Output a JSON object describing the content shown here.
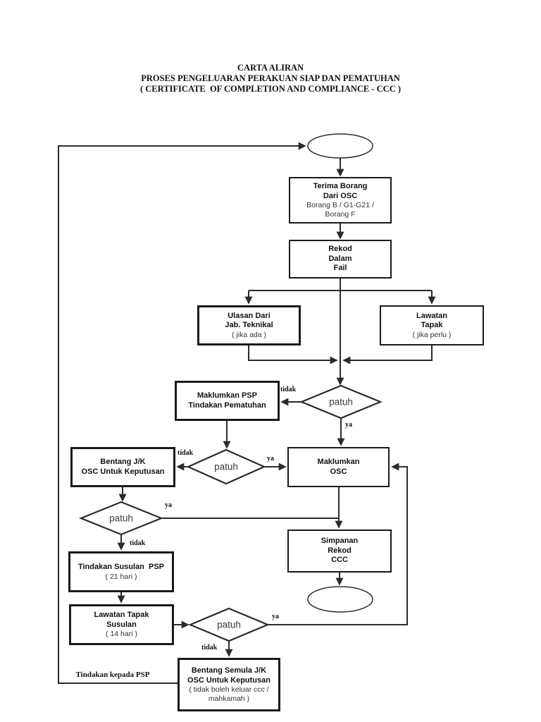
{
  "title": {
    "lines": [
      "CARTA ALIRAN",
      "PROSES PENGELUARAN PERAKUAN SIAP DAN PEMATUHAN",
      "( CERTIFICATE  OF COMPLETION AND COMPLIANCE - CCC )"
    ]
  },
  "nodes": {
    "start": {
      "type": "terminator"
    },
    "terima_borang": {
      "bold": [
        "Terima Borang",
        "Dari OSC"
      ],
      "normal": [
        "Borang B / G1-G21 /",
        "Borang F"
      ]
    },
    "rekod_dalam_fail": {
      "bold": [
        "Rekod",
        "Dalam",
        "Fail"
      ]
    },
    "ulasan_jab_teknikal": {
      "bold": [
        "Ulasan Dari",
        "Jab. Teknikal"
      ],
      "normal": [
        "( jika ada )"
      ]
    },
    "lawatan_tapak": {
      "bold": [
        "Lawatan",
        "Tapak"
      ],
      "normal": [
        "( jika perlu )"
      ]
    },
    "maklumkan_psp": {
      "bold": [
        "Maklumkan PSP",
        "Tindakan Pematuhan"
      ]
    },
    "decision_patuh_1": {
      "label": "patuh"
    },
    "bentang_jk_osc": {
      "bold": [
        "Bentang J/K",
        "OSC Untuk Keputusan"
      ]
    },
    "decision_patuh_2": {
      "label": "patuh"
    },
    "maklumkan_osc": {
      "bold": [
        "Maklumkan",
        "OSC"
      ]
    },
    "decision_patuh_3": {
      "label": "patuh"
    },
    "tindakan_susulan_psp": {
      "bold": [
        "Tindakan Susulan  PSP"
      ],
      "normal": [
        "( 21 hari )"
      ]
    },
    "simpanan_rekod_ccc": {
      "bold": [
        "Simpanan",
        "Rekod",
        "CCC"
      ]
    },
    "lawatan_tapak_susulan": {
      "bold": [
        "Lawatan Tapak",
        "Susulan"
      ],
      "normal": [
        "( 14 hari )"
      ]
    },
    "decision_patuh_4": {
      "label": "patuh"
    },
    "bentang_semula_jk_osc": {
      "bold": [
        "Bentang Semula J/K",
        "OSC Untuk Keputusan"
      ],
      "normal": [
        "( tidak boleh keluar ccc /",
        "mahkamah )"
      ]
    },
    "end": {
      "type": "terminator"
    }
  },
  "edges": [
    {
      "from": "start",
      "to": "terima_borang",
      "label": ""
    },
    {
      "from": "terima_borang",
      "to": "rekod_dalam_fail",
      "label": ""
    },
    {
      "from": "rekod_dalam_fail",
      "to": "ulasan_jab_teknikal",
      "label": ""
    },
    {
      "from": "rekod_dalam_fail",
      "to": "lawatan_tapak",
      "label": ""
    },
    {
      "from": "ulasan_jab_teknikal",
      "to": "decision_patuh_1",
      "label": ""
    },
    {
      "from": "lawatan_tapak",
      "to": "decision_patuh_1",
      "label": ""
    },
    {
      "from": "decision_patuh_1",
      "to": "maklumkan_psp",
      "label": "tidak"
    },
    {
      "from": "decision_patuh_1",
      "to": "maklumkan_osc",
      "label": "ya"
    },
    {
      "from": "maklumkan_psp",
      "to": "decision_patuh_2",
      "label": ""
    },
    {
      "from": "decision_patuh_2",
      "to": "bentang_jk_osc",
      "label": "tidak"
    },
    {
      "from": "decision_patuh_2",
      "to": "maklumkan_osc",
      "label": "ya"
    },
    {
      "from": "bentang_jk_osc",
      "to": "decision_patuh_3",
      "label": ""
    },
    {
      "from": "decision_patuh_3",
      "to": "simpanan_rekod_ccc",
      "label": "ya"
    },
    {
      "from": "decision_patuh_3",
      "to": "tindakan_susulan_psp",
      "label": "tidak"
    },
    {
      "from": "maklumkan_osc",
      "to": "simpanan_rekod_ccc",
      "label": ""
    },
    {
      "from": "tindakan_susulan_psp",
      "to": "lawatan_tapak_susulan",
      "label": ""
    },
    {
      "from": "lawatan_tapak_susulan",
      "to": "decision_patuh_4",
      "label": ""
    },
    {
      "from": "decision_patuh_4",
      "to": "maklumkan_osc",
      "label": "ya"
    },
    {
      "from": "decision_patuh_4",
      "to": "bentang_semula_jk_osc",
      "label": "tidak"
    },
    {
      "from": "bentang_semula_jk_osc",
      "to": "start",
      "label": "Tindakan kepada PSP"
    },
    {
      "from": "simpanan_rekod_ccc",
      "to": "end",
      "label": ""
    }
  ],
  "colors": {
    "line": "#2b2b2b",
    "box_border": "#1a1a1a",
    "text": "#111111",
    "background": "#ffffff"
  }
}
